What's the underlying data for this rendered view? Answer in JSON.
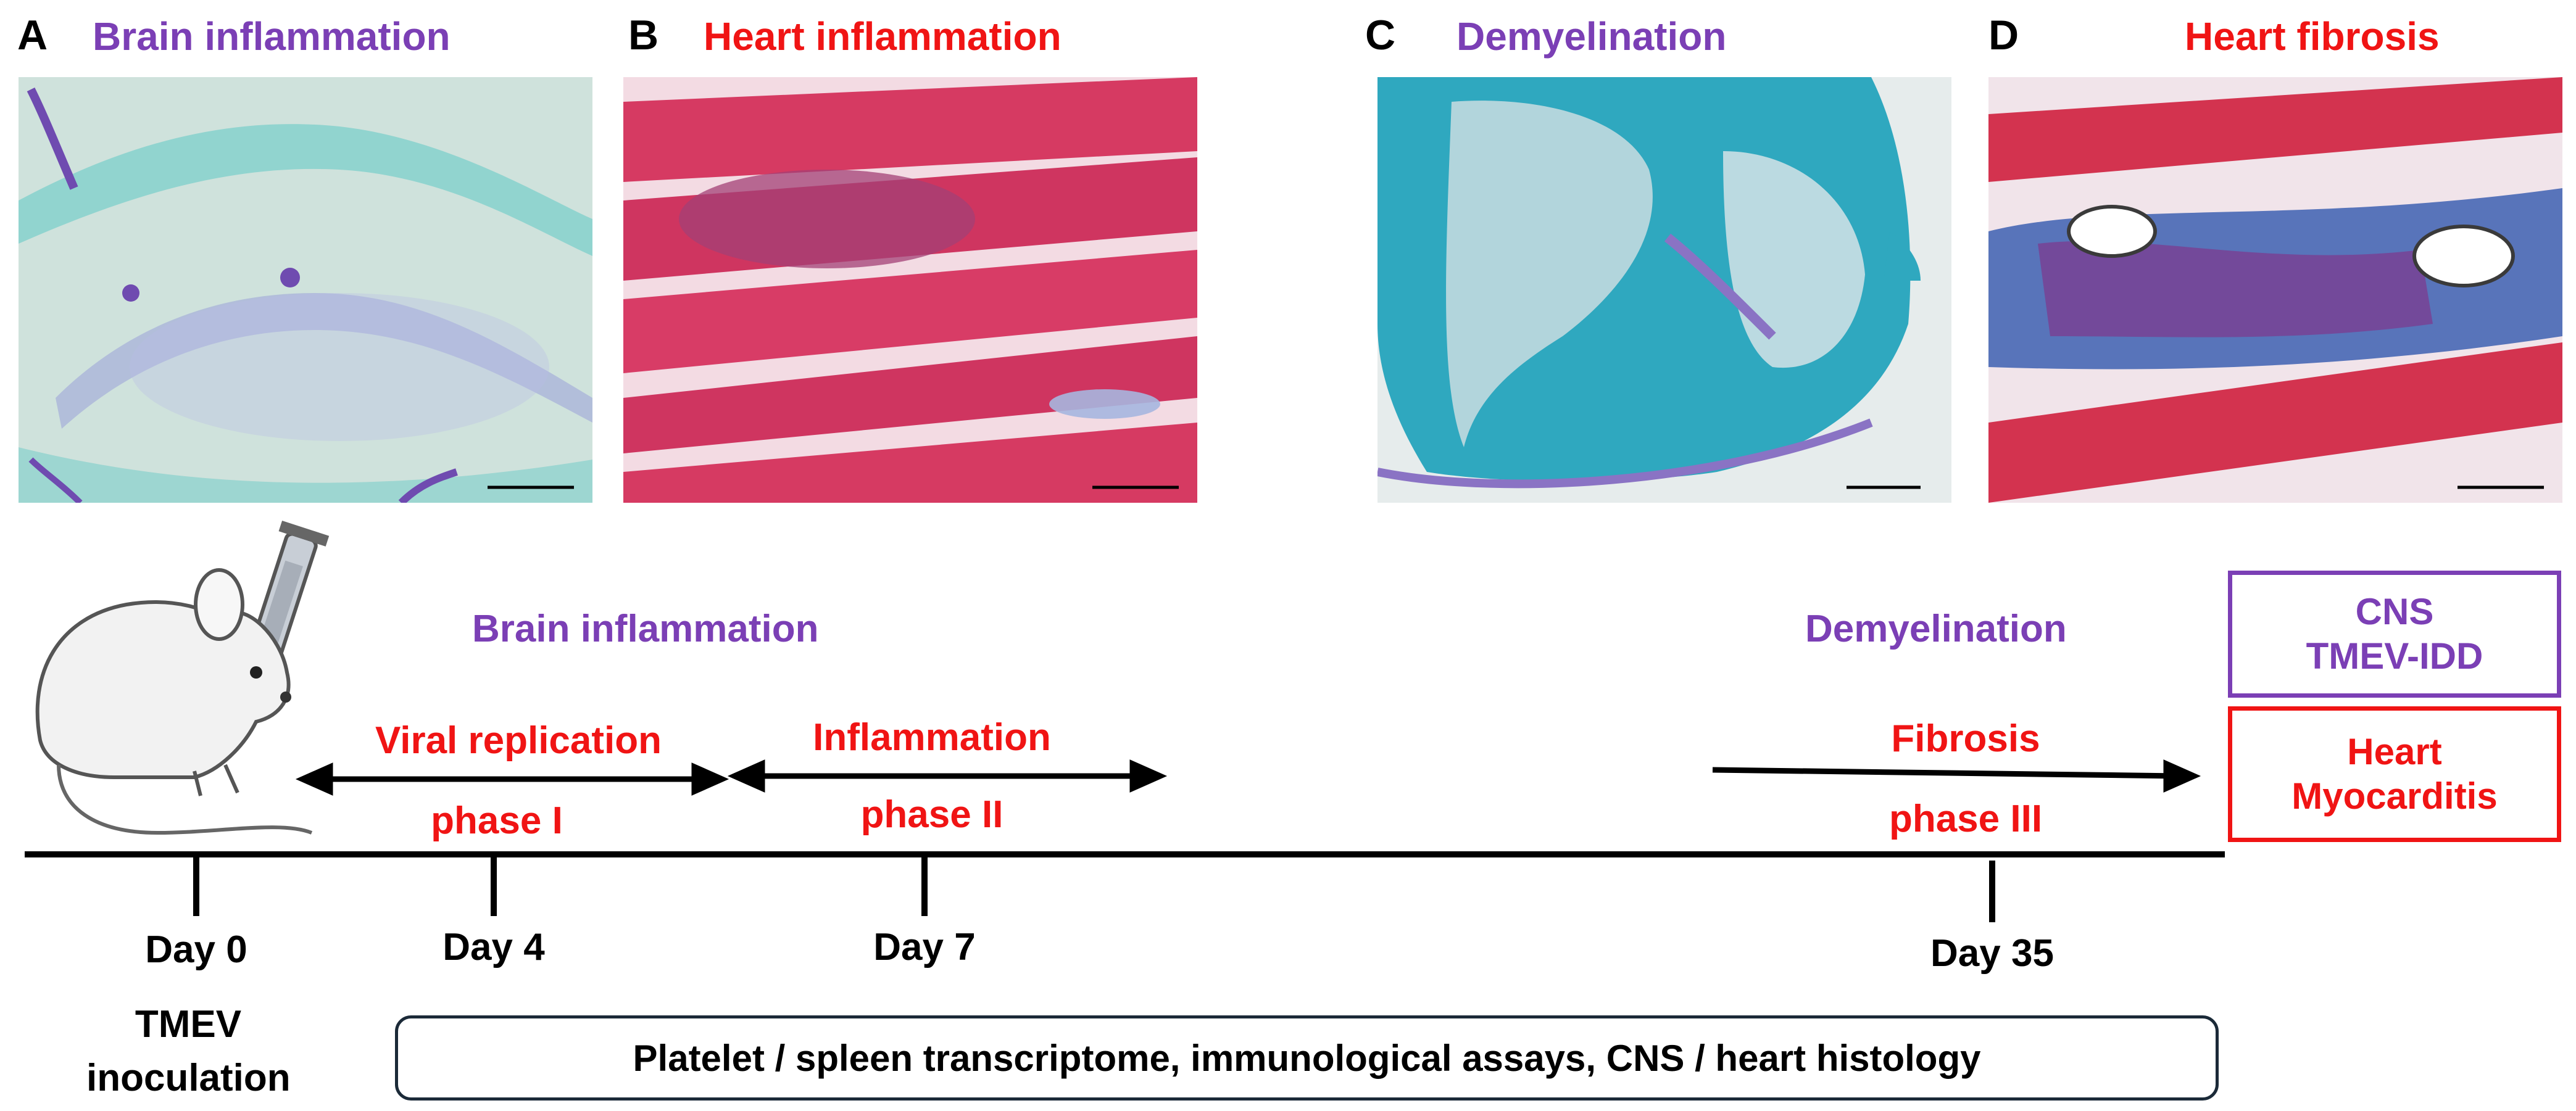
{
  "panels": [
    {
      "letter": "A",
      "title": "Brain inflammation",
      "title_color": "#7b3fb5"
    },
    {
      "letter": "B",
      "title": "Heart inflammation",
      "title_color": "#f01414"
    },
    {
      "letter": "C",
      "title": "Demyelination",
      "title_color": "#7b3fb5"
    },
    {
      "letter": "D",
      "title": "Heart fibrosis",
      "title_color": "#f01414"
    }
  ],
  "timeline": {
    "upper_labels": {
      "brain": "Brain inflammation",
      "demyelination": "Demyelination"
    },
    "phases": [
      {
        "name": "Viral replication",
        "phase": "phase I"
      },
      {
        "name": "Inflammation",
        "phase": "phase II"
      },
      {
        "name": "Fibrosis",
        "phase": "phase III"
      }
    ],
    "days": [
      "Day 0",
      "Day 4",
      "Day 7",
      "Day 35"
    ],
    "inoculation": [
      "TMEV",
      "inoculation"
    ],
    "assays": "Platelet / spleen transcriptome, immunological assays, CNS / heart histology"
  },
  "outcomes": {
    "cns": [
      "CNS",
      "TMEV-IDD"
    ],
    "heart": [
      "Heart",
      "Myocarditis"
    ]
  },
  "colors": {
    "purple": "#7b3fb5",
    "red": "#f01414",
    "dark": "#1b2a38"
  }
}
